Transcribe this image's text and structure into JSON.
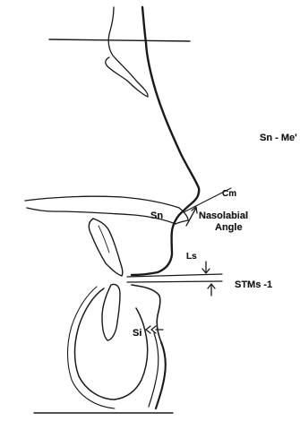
{
  "labels": {
    "sn_me": "Sn - Me'",
    "cm": "Cm",
    "sn": "Sn",
    "nasolabial_line1": "Nasolabial",
    "nasolabial_line2": "Angle",
    "ls": "Ls",
    "stms": "STMs -1",
    "si": "Si"
  },
  "colors": {
    "ink": "#1a1a1a",
    "background": "#ffffff"
  }
}
